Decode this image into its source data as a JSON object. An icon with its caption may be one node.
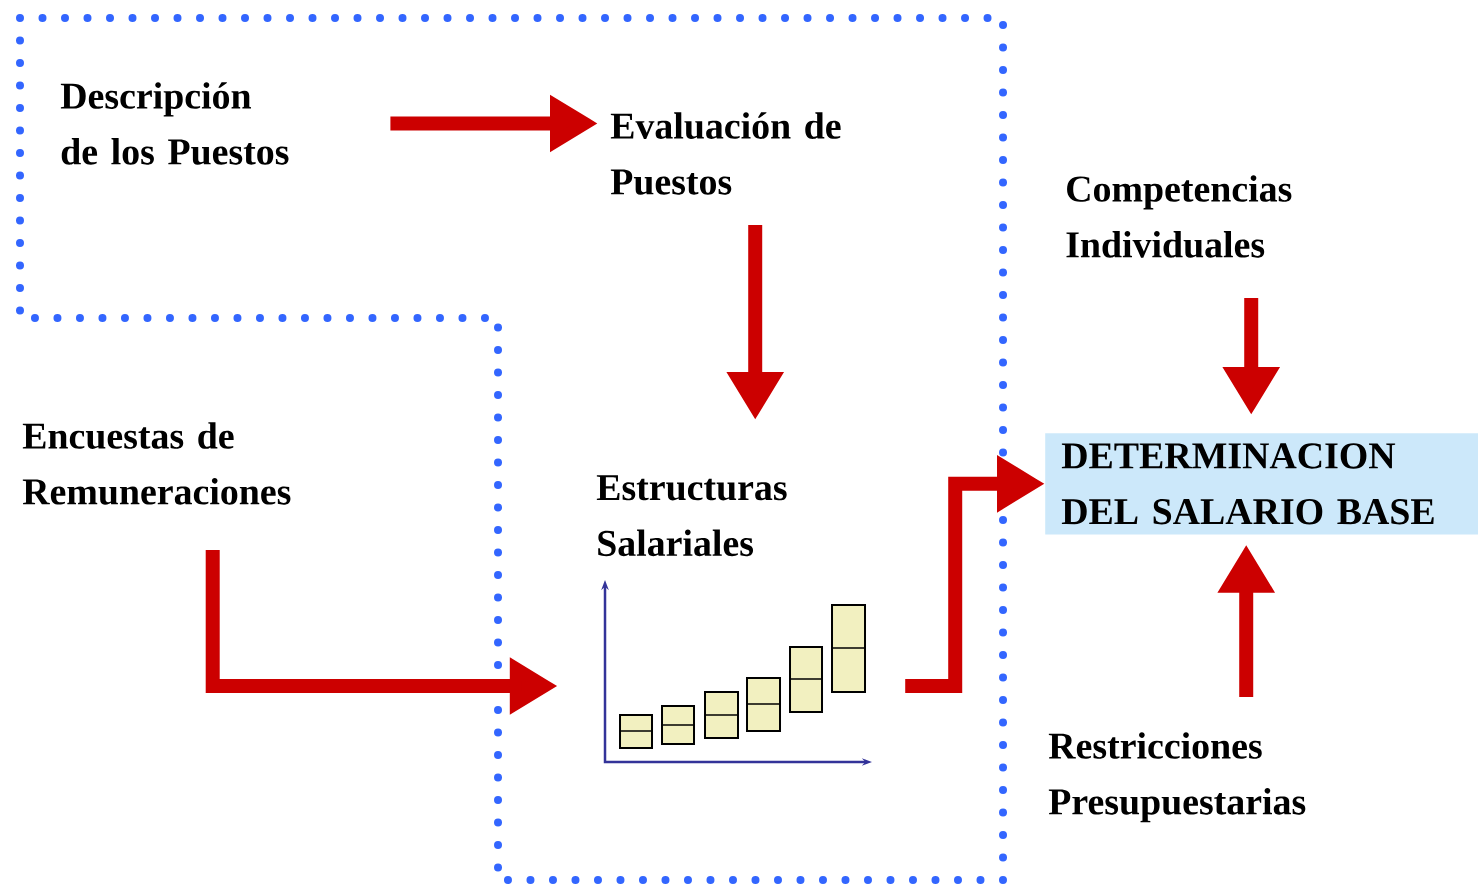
{
  "diagram": {
    "nodes": [
      {
        "text": [
          "Descripción de los Puestos"
        ]
      },
      {
        "text": [
          "Evaluación de Puestos"
        ]
      },
      {
        "text": [
          "Encuestas de Remuneraciones"
        ]
      },
      {
        "text": [
          "Estructuras Salariales"
        ]
      },
      {
        "text": [],
        "shape": "picture"
      },
      {
        "text": [
          "Competencias Individuales"
        ]
      },
      {
        "text": [
          "DETERMINACION DEL SALARIO BASE"
        ]
      },
      {
        "text": [
          "Restricciones Presupuestarias"
        ]
      }
    ],
    "edges": [
      {
        "from": 0,
        "to": 1,
        "arrow": "to"
      },
      {
        "from": 1,
        "to": 3,
        "arrow": "to"
      },
      {
        "from": 2,
        "to": 4,
        "arrow": "to"
      },
      {
        "from": 4,
        "to": 6,
        "arrow": "to"
      },
      {
        "from": 5,
        "to": 6,
        "arrow": "to"
      },
      {
        "from": 7,
        "to": 6,
        "arrow": "to"
      }
    ]
  }
}
